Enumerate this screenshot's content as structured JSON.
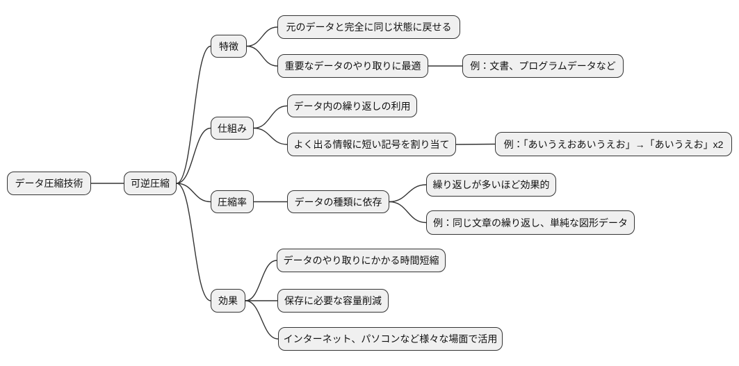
{
  "diagram": {
    "type": "mindmap",
    "node_fill_color": "#f0f0f0",
    "node_border_color": "#333333",
    "edge_color": "#333333",
    "background_color": "#ffffff"
  },
  "nodes": [
    {
      "id": "root",
      "parent": null,
      "label": "データ圧縮技術"
    },
    {
      "id": "lossless",
      "parent": "root",
      "label": "可逆圧縮"
    },
    {
      "id": "features",
      "parent": "lossless",
      "label": "特徴"
    },
    {
      "id": "f1",
      "parent": "features",
      "label": "元のデータと完全に同じ状態に戻せる"
    },
    {
      "id": "f2",
      "parent": "features",
      "label": "重要なデータのやり取りに最適"
    },
    {
      "id": "f2e",
      "parent": "f2",
      "label": "例：文書、プログラムデータなど"
    },
    {
      "id": "mech",
      "parent": "lossless",
      "label": "仕組み"
    },
    {
      "id": "m1",
      "parent": "mech",
      "label": "データ内の繰り返しの利用"
    },
    {
      "id": "m2",
      "parent": "mech",
      "label": "よく出る情報に短い記号を割り当て"
    },
    {
      "id": "m2e",
      "parent": "m2",
      "label": "例：「あいうえおあいうえお」→「あいうえお」x2"
    },
    {
      "id": "ratio",
      "parent": "lossless",
      "label": "圧縮率"
    },
    {
      "id": "r1",
      "parent": "ratio",
      "label": "データの種類に依存"
    },
    {
      "id": "r1a",
      "parent": "r1",
      "label": "繰り返しが多いほど効果的"
    },
    {
      "id": "r1b",
      "parent": "r1",
      "label": "例：同じ文章の繰り返し、単純な図形データ"
    },
    {
      "id": "eff",
      "parent": "lossless",
      "label": "効果"
    },
    {
      "id": "e1",
      "parent": "eff",
      "label": "データのやり取りにかかる時間短縮"
    },
    {
      "id": "e2",
      "parent": "eff",
      "label": "保存に必要な容量削減"
    },
    {
      "id": "e3",
      "parent": "eff",
      "label": "インターネット、パソコンなど様々な場面で活用"
    }
  ]
}
